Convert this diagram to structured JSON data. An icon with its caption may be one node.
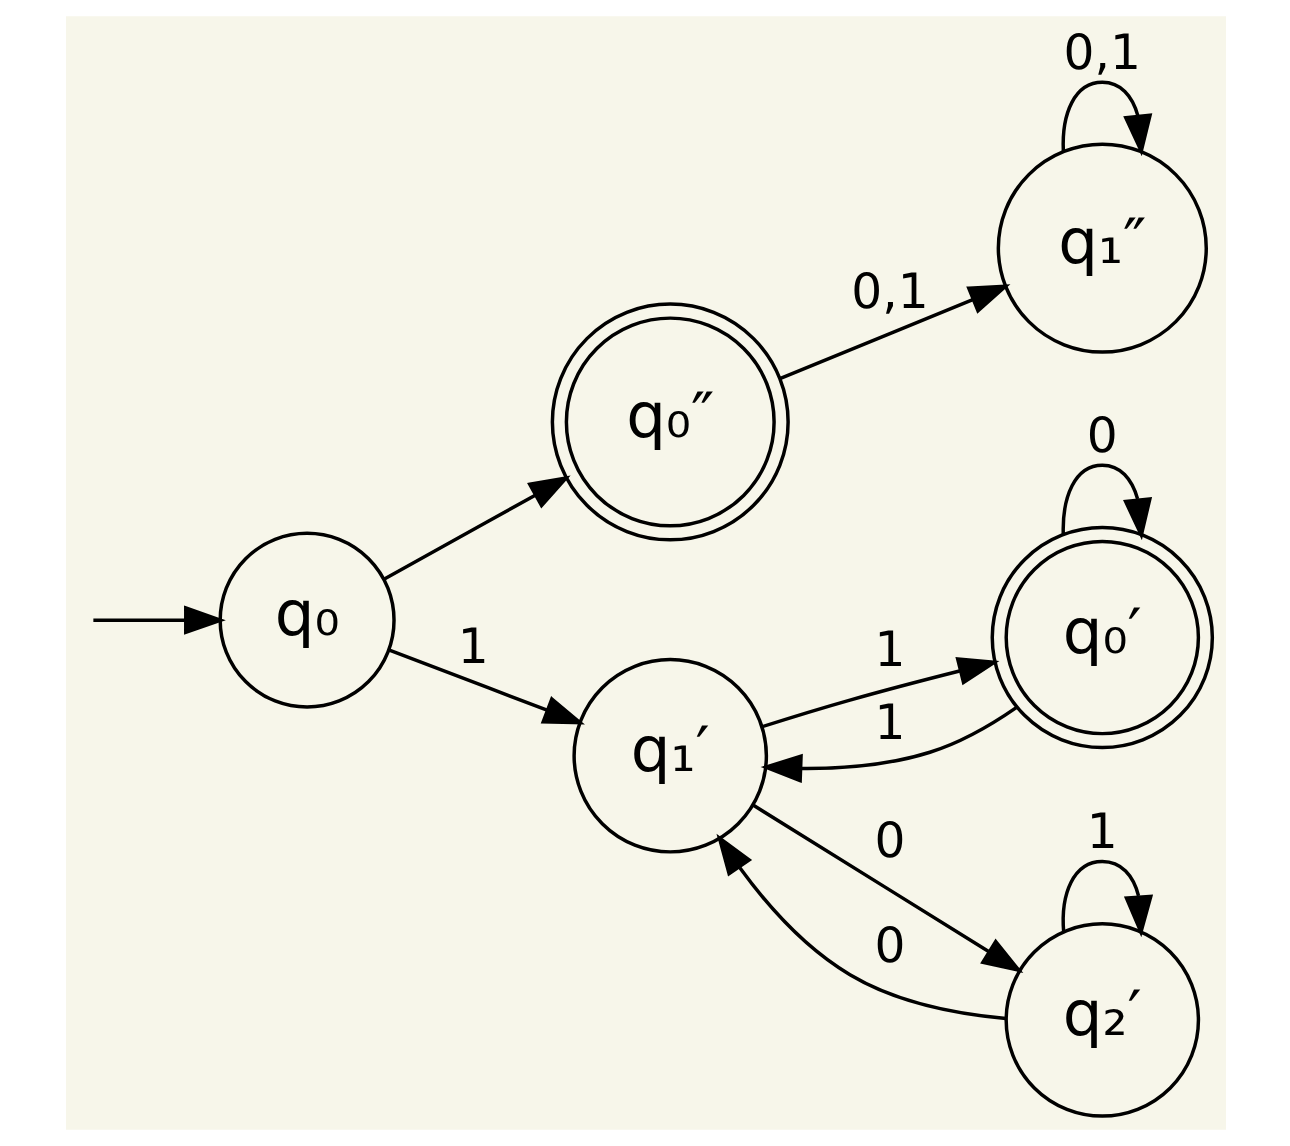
{
  "diagram": {
    "nodes": [
      {
        "text": [
          "q₀″"
        ]
      },
      {
        "text": [
          "q₁″"
        ]
      },
      {
        "text": [
          "q₀′"
        ]
      },
      {
        "text": [
          "q₀"
        ]
      },
      {
        "text": [
          "q₁′"
        ]
      },
      {
        "text": [
          "q₂′"
        ]
      }
    ],
    "edges": [
      {
        "from": null,
        "to": 3,
        "arrow": "to"
      },
      {
        "from": 3,
        "to": 0,
        "arrow": "to"
      },
      {
        "from": 0,
        "to": 1,
        "label": "0,1",
        "arrow": "to"
      },
      {
        "from": 1,
        "to": 1,
        "label": "0,1",
        "arrow": "to"
      },
      {
        "from": 2,
        "to": 2,
        "label": "0",
        "arrow": "to"
      },
      {
        "from": 3,
        "to": 4,
        "label": "1",
        "arrow": "to"
      },
      {
        "from": 2,
        "to": 4,
        "label": "1",
        "arrow": "to"
      },
      {
        "from": 4,
        "to": 2,
        "label": "1",
        "arrow": "to"
      },
      {
        "from": 4,
        "to": 5,
        "label": "0",
        "arrow": "to"
      },
      {
        "from": 5,
        "to": 4,
        "label": "0",
        "arrow": "to"
      },
      {
        "from": 5,
        "to": 5,
        "label": "1",
        "arrow": "to"
      }
    ]
  }
}
